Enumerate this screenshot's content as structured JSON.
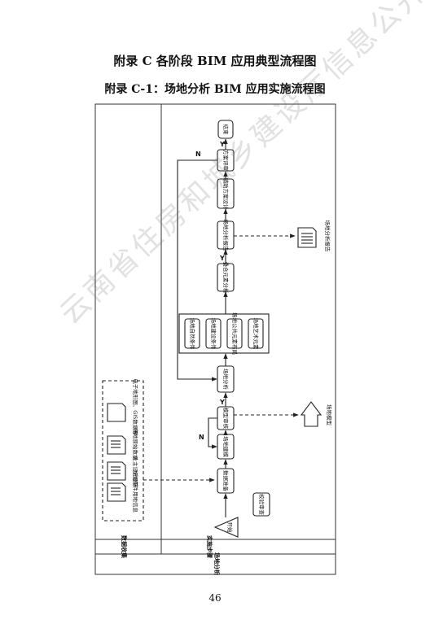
{
  "page": {
    "title": "附录 C  各阶段 BIM 应用典型流程图",
    "subtitle": "附录 C-1：场地分析 BIM 应用实施流程图",
    "page_number": "46",
    "watermark": "云南省住房和城乡建设厅信息公开 专用"
  },
  "lanes": {
    "stage": "场地分析",
    "implement": "实施步骤",
    "data": "数据收集"
  },
  "data_docs": [
    {
      "label": "规划条件用地信息"
    },
    {
      "label": "业主设计要求"
    },
    {
      "label": "场地原始数据"
    },
    {
      "label": "电子地形图、GIS数据等"
    }
  ],
  "steps": {
    "start": "开始",
    "data_prep": "数据准备",
    "build_model": "场地建模",
    "model_review": "模型审核",
    "site_analysis": "场地分析",
    "sub1": "场地自然条件",
    "sub2": "场地建设条件",
    "sub3": "场地公共元素布局",
    "sub4": "场地艺术元素",
    "overlay": "叠合元素分析",
    "report_gen": "场地分析报告",
    "design": "辅助方案设计",
    "evaluate": "方案评审",
    "end": "结束",
    "qa": "校验审查"
  },
  "outputs": {
    "site_model": "场地模型",
    "site_report": "场地分析报告"
  },
  "branch": {
    "yes": "Y",
    "no": "N"
  },
  "colors": {
    "line": "#222222",
    "box_fill": "#ffffff",
    "frame": "#333333"
  }
}
